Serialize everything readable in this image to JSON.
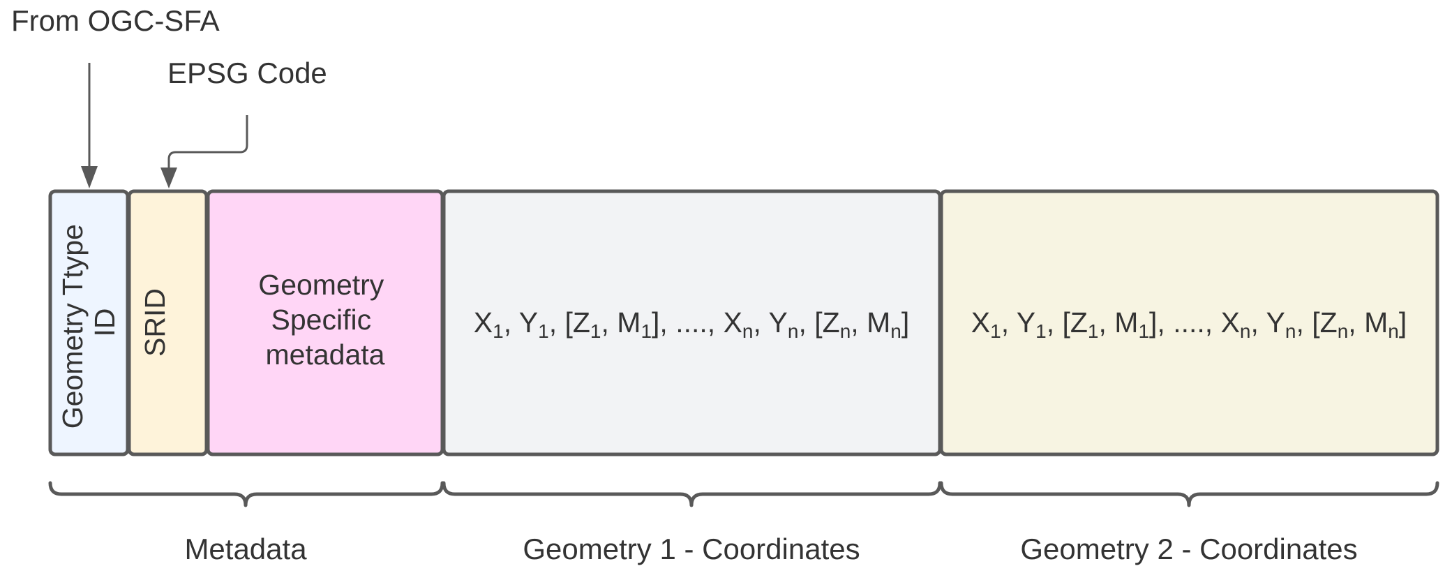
{
  "annotations": {
    "ogc_sfa": "From OGC-SFA",
    "epsg": "EPSG Code"
  },
  "boxes": {
    "geometry_type": {
      "line1": "Geometry Ttype",
      "line2": "ID",
      "color": "#eef5ff"
    },
    "srid": {
      "label": "SRID",
      "color": "#fef3da"
    },
    "specific_metadata": {
      "line1": "Geometry",
      "line2": "Specific",
      "line3": "metadata",
      "color": "#ffd6f6"
    },
    "geometry1": {
      "color": "#f2f3f5",
      "coords": {
        "x1": "X",
        "s1": "1",
        "sep1": ", ",
        "y1": "Y",
        "s2": "1",
        "sep2": ", [",
        "z1": "Z",
        "s3": "1",
        "sep3": ", ",
        "m1": "M",
        "s4": "1",
        "sep4": "], ...., ",
        "xn": "X",
        "s5": "n",
        "sep5": ", ",
        "yn": "Y",
        "s6": "n",
        "sep6": ", [",
        "zn": "Z",
        "s7": "n",
        "sep7": ", ",
        "mn": "M",
        "s8": "n",
        "sep8": "]"
      }
    },
    "geometry2": {
      "color": "#f7f4e2",
      "coords": {
        "x1": "X",
        "s1": "1",
        "sep1": ", ",
        "y1": "Y",
        "s2": "1",
        "sep2": ", [",
        "z1": "Z",
        "s3": "1",
        "sep3": ", ",
        "m1": "M",
        "s4": "1",
        "sep4": "], ...., ",
        "xn": "X",
        "s5": "n",
        "sep5": ", ",
        "yn": "Y",
        "s6": "n",
        "sep6": ", [",
        "zn": "Z",
        "s7": "n",
        "sep7": ", ",
        "mn": "M",
        "s8": "n",
        "sep8": "]"
      }
    }
  },
  "groups": {
    "metadata": "Metadata",
    "geometry1": "Geometry 1 - Coordinates",
    "geometry2": "Geometry 2 - Coordinates"
  },
  "colors": {
    "stroke": "#595959",
    "text": "#333333"
  }
}
